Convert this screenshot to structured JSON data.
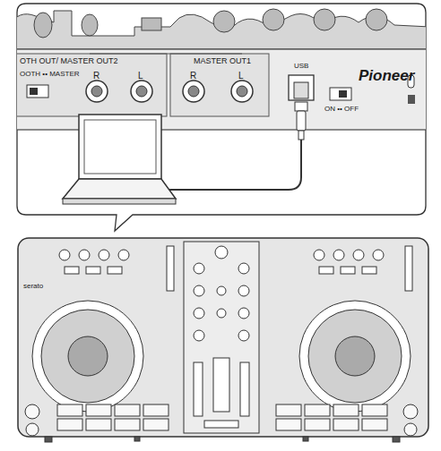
{
  "diagram": {
    "labels": [
      "OTH OUT/ MASTER OUT2",
      "OOTH •• MASTER",
      "R",
      "L",
      "MASTER OUT1",
      "R",
      "L",
      "USB",
      "ON •• OFF",
      "Pioneer",
      "serato"
    ]
  }
}
